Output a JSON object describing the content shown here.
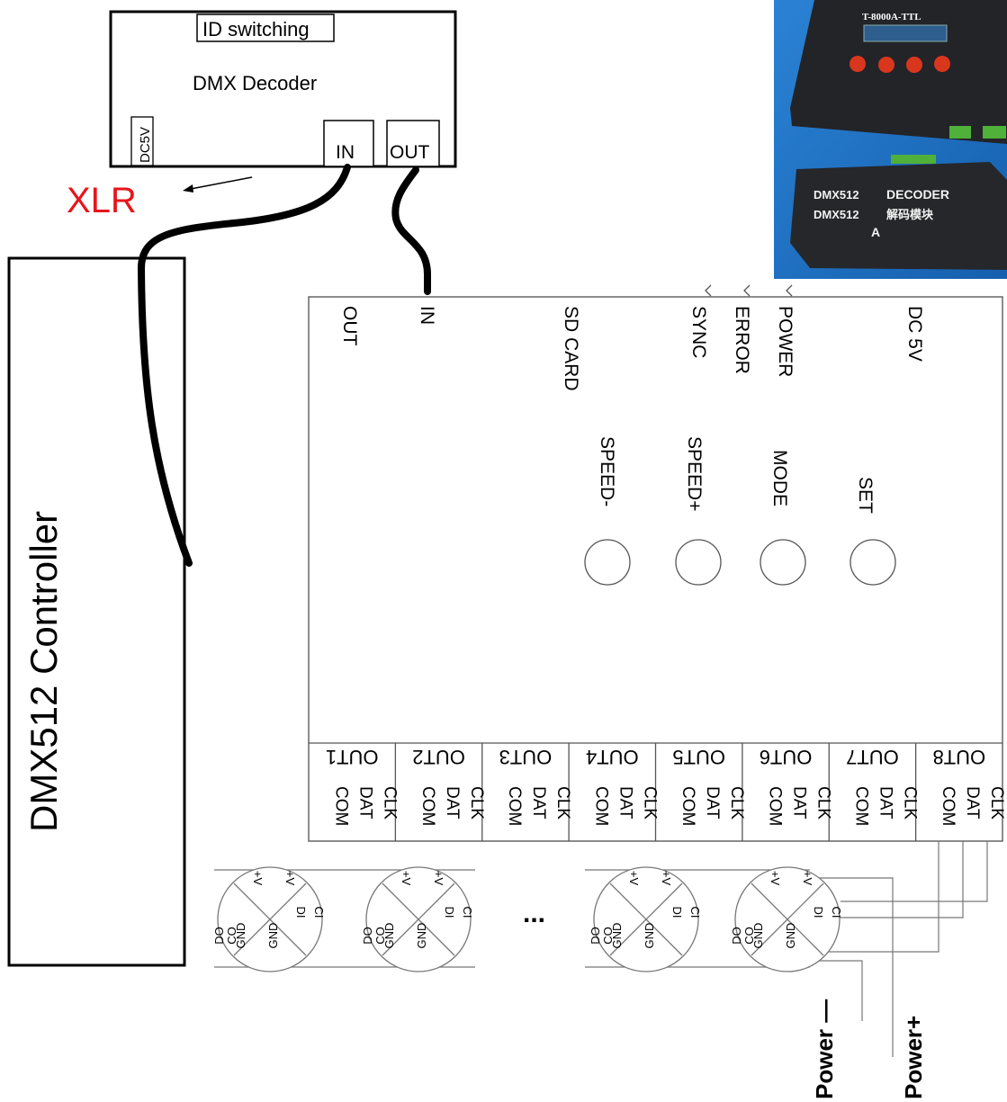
{
  "decoder": {
    "id_label": "ID switching",
    "title": "DMX Decoder",
    "power_port": "DC5V",
    "in_port": "IN",
    "out_port": "OUT"
  },
  "xlr_label": "XLR",
  "controller_dmx": {
    "title": "DMX512 Controller"
  },
  "photo": {
    "model_text": "T-8000A-TTL",
    "decoder_line1_en": "DMX512",
    "decoder_line1_b": "DECODER",
    "decoder_line2_en": "DMX512",
    "decoder_line2_cn": "解码模块",
    "decoder_letter": "A"
  },
  "controller_t8000": {
    "top_ports": [
      "OUT",
      "IN",
      "SD CARD",
      "SYNC",
      "ERROR",
      "POWER",
      "DC 5V"
    ],
    "buttons": [
      "SPEED-",
      "SPEED+",
      "MODE",
      "SET"
    ],
    "outputs": [
      "OUT1",
      "OUT2",
      "OUT3",
      "OUT4",
      "OUT5",
      "OUT6",
      "OUT7",
      "OUT8"
    ],
    "pins": [
      "CLK",
      "DAT",
      "COM"
    ]
  },
  "pixel_chip": {
    "pins": [
      "+V",
      "+V",
      "CI",
      "DI",
      "GND",
      "GND",
      "DO",
      "CO"
    ]
  },
  "ellipsis": "...",
  "power_labels": {
    "neg": "Power —",
    "pos": "Power+"
  },
  "colors": {
    "xlr": "#e8141b",
    "photo_bg": "#1c6fc0",
    "device": "#222428"
  }
}
